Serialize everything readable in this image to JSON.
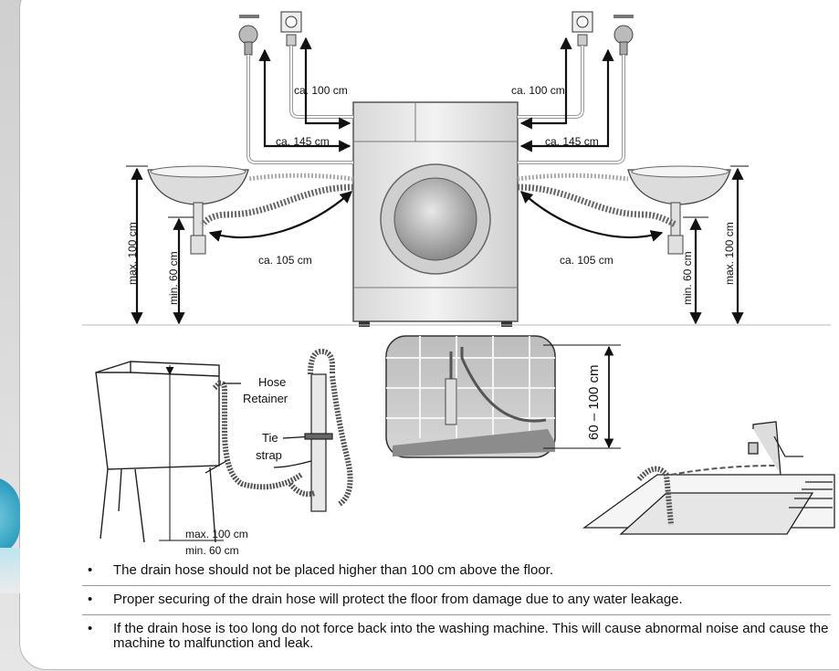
{
  "labels": {
    "top_left_100": "ca. 100 cm",
    "top_right_100": "ca. 100 cm",
    "top_left_145": "ca. 145 cm",
    "top_right_145": "ca. 145 cm",
    "left_105": "ca. 105 cm",
    "right_105": "ca. 105 cm",
    "left_max100": "max. 100 cm",
    "left_min60": "min. 60 cm",
    "right_max100": "max. 100 cm",
    "right_min60": "min. 60 cm",
    "hose_retainer_line1": "Hose",
    "hose_retainer_line2": "Retainer",
    "tie_strap_line1": "Tie",
    "tie_strap_line2": "strap",
    "tub_max100": "max. 100 cm",
    "tub_min60": "min. 60 cm",
    "wall_height": "60 – 100 cm"
  },
  "notes": [
    "The drain hose should not be placed higher than 100 cm above the floor.",
    "Proper securing of the drain hose will protect the floor from damage due to any water leakage.",
    "If the drain hose is too long do not force back into the washing machine. This will cause abnormal noise and cause the machine to malfunction and leak."
  ],
  "colors": {
    "accent_blue": "#2f9fc0",
    "line": "#111111",
    "panel_border": "#b8b8b8"
  }
}
